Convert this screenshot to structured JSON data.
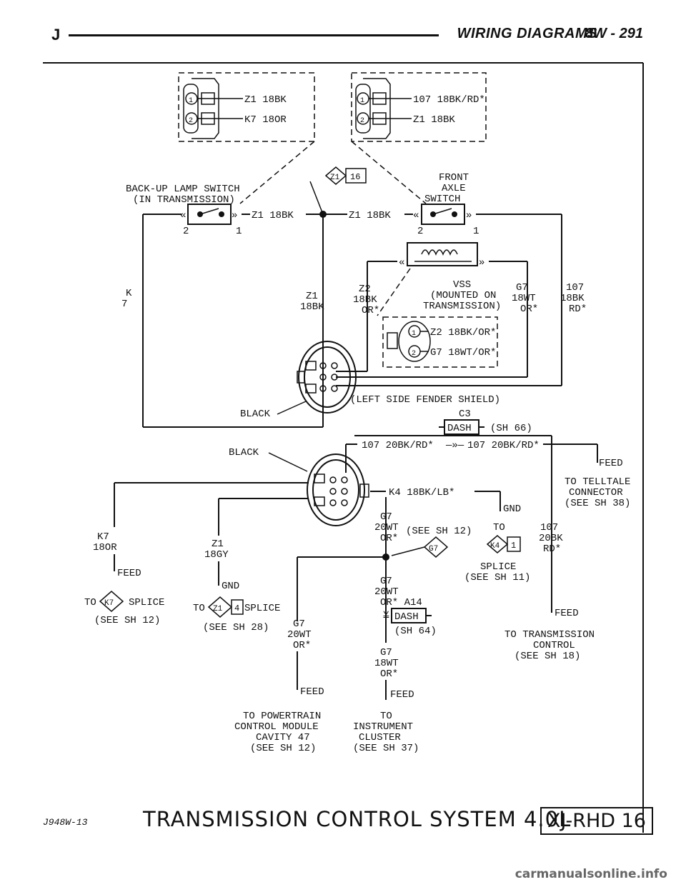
{
  "header": {
    "letter": "J",
    "title": "WIRING DIAGRAMS",
    "page": "8W - 291"
  },
  "connectors": {
    "backup_switch": {
      "pin1": "Z1 18BK",
      "pin2": "K7 18OR"
    },
    "axle_switch": {
      "pin1": "107 18BK/RD*",
      "pin2": "Z1 18BK"
    },
    "vss": {
      "pin1": "Z2 18BK/OR*",
      "pin2": "G7 18WT/OR*"
    }
  },
  "components": {
    "backup_switch": [
      "BACK-UP LAMP SWITCH",
      "(IN TRANSMISSION)"
    ],
    "front_axle": [
      "FRONT",
      "AXLE",
      "SWITCH"
    ],
    "vss": [
      "VSS",
      "(MOUNTED ON",
      "TRANSMISSION)"
    ]
  },
  "labels": {
    "z1_16": [
      "Z1",
      "16"
    ],
    "z1_18bk": "Z1 18BK",
    "pin1": "1",
    "pin2": "2",
    "k7": "K7",
    "z1_vert": [
      "Z1",
      "18BK"
    ],
    "z2": [
      "Z2",
      "18BK",
      "OR*"
    ],
    "g7_18": [
      "G7",
      "18WT",
      "OR*"
    ],
    "wire107": [
      "107",
      "18BK",
      "RD*"
    ],
    "left_side": "(LEFT SIDE FENDER SHIELD)",
    "black": "BLACK",
    "c3": "C3",
    "dash": "DASH",
    "sh66": "(SH 66)",
    "w107_20": "107 20BK/RD*",
    "feed": "FEED",
    "gnd": "GND",
    "to": "TO",
    "telltale": [
      "TO TELLTALE",
      "CONNECTOR",
      "(SEE SH 38)"
    ],
    "k4": "K4 18BK/LB*",
    "g7_20": [
      "G7",
      "20WT",
      "OR*"
    ],
    "see12": "(SEE SH 12)",
    "g7": "G7",
    "w107_20bk": [
      "107",
      "20BK",
      "RD*"
    ],
    "k4_1": [
      "K4",
      "1"
    ],
    "splice11": [
      "SPLICE",
      "(SEE SH 11)"
    ],
    "z1_18gy": [
      "Z1",
      "18GY"
    ],
    "k7_18or": [
      "K7",
      "18OR"
    ],
    "splice": "SPLICE",
    "z1_4": [
      "Z1",
      "4"
    ],
    "see28": "(SEE SH 28)",
    "g7_a14": [
      "G7",
      "20WT",
      "OR* A14"
    ],
    "sh64": "(SH 64)",
    "trans_ctrl": [
      "TO TRANSMISSION",
      "CONTROL",
      "(SEE SH 18)"
    ],
    "g7_18b": [
      "G7",
      "18WT",
      "OR*"
    ],
    "pcm": [
      "TO POWERTRAIN",
      "CONTROL MODULE",
      "CAVITY 47",
      "(SEE SH 12)"
    ],
    "cluster": [
      "TO",
      "INSTRUMENT",
      "CLUSTER",
      "(SEE SH 37)"
    ]
  },
  "footer": {
    "figure": "J948W-13",
    "system": "TRANSMISSION CONTROL SYSTEM 4.0L",
    "code": "XJ-RHD 16"
  },
  "watermark": "carmanualsonline.info"
}
